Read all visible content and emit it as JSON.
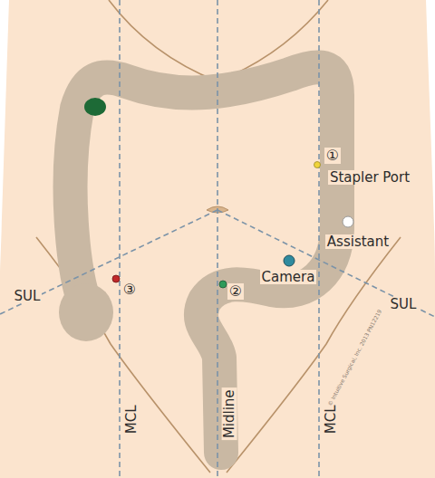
{
  "diagram": {
    "labels": [
      "①",
      "Stapler Port",
      "Assistant",
      "Camera",
      "②",
      "③",
      "SUL",
      "SUL",
      "MCL",
      "Midline",
      "MCL",
      "© Intuitive Surgical, Inc. 2013 PN12219"
    ]
  }
}
